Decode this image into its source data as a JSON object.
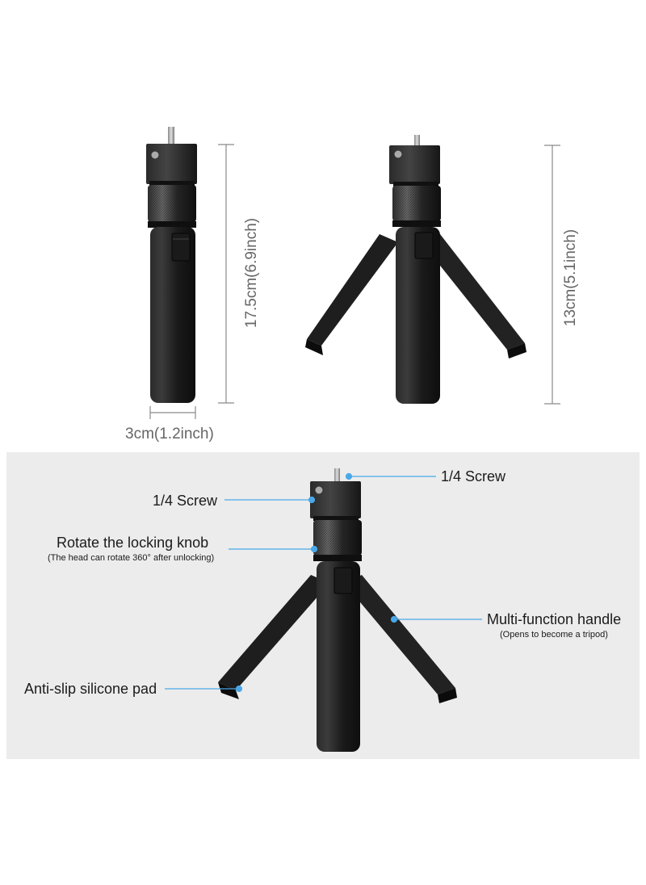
{
  "dimensions": {
    "height_closed": "17.5cm(6.9inch)",
    "width": "3cm(1.2inch)",
    "height_open": "13cm(5.1inch)"
  },
  "callouts": {
    "screw_right": "1/4 Screw",
    "screw_left": "1/4 Screw",
    "knob_title": "Rotate the locking knob",
    "knob_sub": "(The head can rotate 360° after unlocking)",
    "handle_title": "Multi-function handle",
    "handle_sub": "(Opens to become a tripod)",
    "pad": "Anti-slip silicone pad"
  },
  "colors": {
    "accent_line": "#4aa8e8",
    "product_black": "#1c1c1c",
    "panel_gray": "#ececec"
  }
}
